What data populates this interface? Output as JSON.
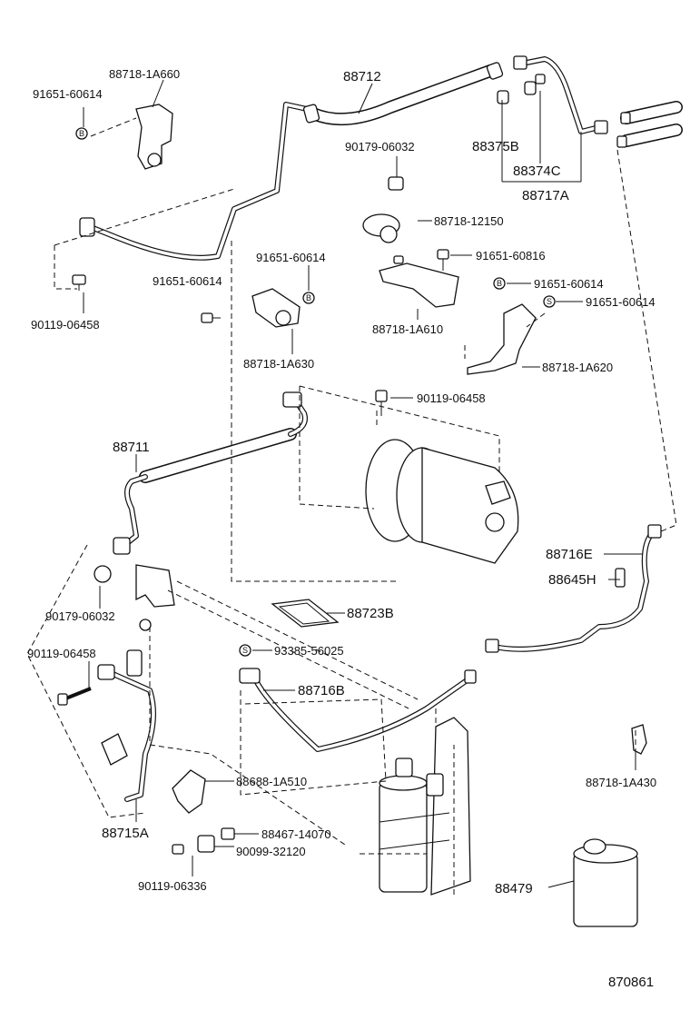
{
  "labels": {
    "p88718_1A660": "88718-1A660",
    "p91651_60614_a": "91651-60614",
    "p88712": "88712",
    "p90179_06032_a": "90179-06032",
    "p88375B": "88375B",
    "p88374C": "88374C",
    "p88717A": "88717A",
    "p88718_12150": "88718-12150",
    "p91651_60816": "91651-60816",
    "p91651_60614_b": "91651-60614",
    "p91651_60614_c": "91651-60614",
    "p91651_60614_d": "91651-60614",
    "p91651_60614_e": "91651-60614",
    "p90119_06458_a": "90119-06458",
    "p88718_1A630": "88718-1A630",
    "p88718_1A610": "88718-1A610",
    "p88718_1A620": "88718-1A620",
    "p90119_06458_b": "90119-06458",
    "p88711": "88711",
    "p88716E": "88716E",
    "p88645H": "88645H",
    "p90179_06032_b": "90179-06032",
    "p88723B": "88723B",
    "p90119_06458_c": "90119-06458",
    "p93385_56025": "93385-56025",
    "p88716B": "88716B",
    "p88688_1A510": "88688-1A510",
    "p88718_1A430": "88718-1A430",
    "p88715A": "88715A",
    "p88467_14070": "88467-14070",
    "p90099_32120": "90099-32120",
    "p90119_06336": "90119-06336",
    "p88479": "88479",
    "diagram_id": "870861"
  },
  "marks": {
    "b": "B",
    "s": "S"
  }
}
